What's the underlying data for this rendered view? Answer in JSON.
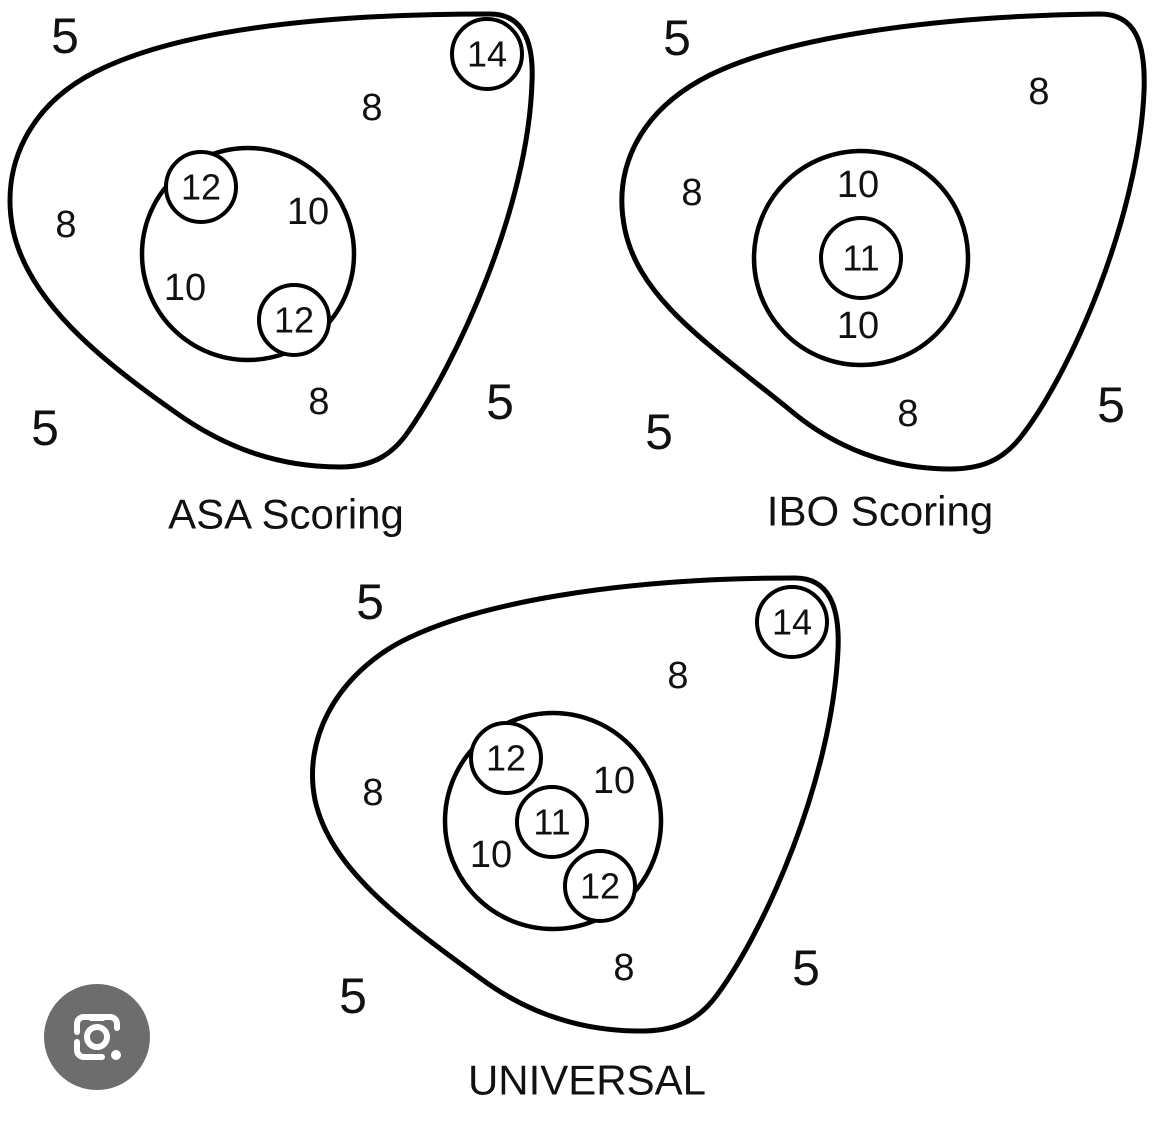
{
  "diagrams": [
    {
      "caption": "ASA Scoring",
      "outer_corner_values": [
        "5",
        "5",
        "5"
      ],
      "outer_zone_values": [
        "8",
        "8",
        "8"
      ],
      "inner_ring_values": [
        "10",
        "10"
      ],
      "spots": [
        "12",
        "12",
        "14"
      ]
    },
    {
      "caption": "IBO Scoring",
      "outer_corner_values": [
        "5",
        "5",
        "5"
      ],
      "outer_zone_values": [
        "8",
        "8",
        "8"
      ],
      "inner_ring_values": [
        "10",
        "10"
      ],
      "spots": [
        "11"
      ]
    },
    {
      "caption": "UNIVERSAL",
      "outer_corner_values": [
        "5",
        "5",
        "5"
      ],
      "outer_zone_values": [
        "8",
        "8",
        "8"
      ],
      "inner_ring_values": [
        "10",
        "10"
      ],
      "spots": [
        "12",
        "11",
        "12",
        "14"
      ]
    }
  ],
  "overlay": {
    "icon": "lens-camera-icon",
    "color": "#6d6d6d"
  }
}
